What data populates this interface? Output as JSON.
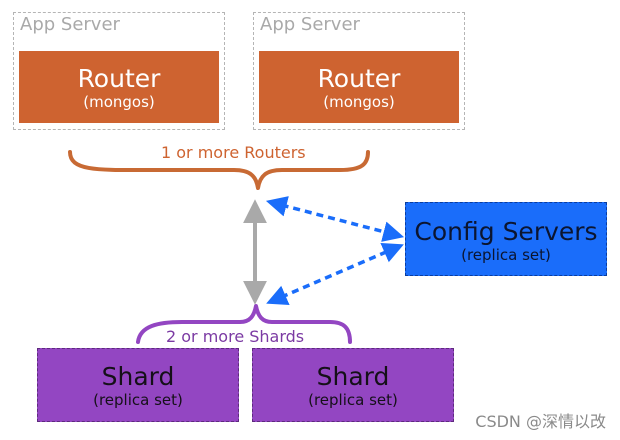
{
  "app_servers": [
    {
      "label": "App Server",
      "router": {
        "title": "Router",
        "subtitle": "(mongos)"
      }
    },
    {
      "label": "App Server",
      "router": {
        "title": "Router",
        "subtitle": "(mongos)"
      }
    }
  ],
  "routers_brace_label": "1 or more Routers",
  "config_servers": {
    "title": "Config Servers",
    "subtitle": "(replica set)"
  },
  "shards_brace_label": "2 or more Shards",
  "shards": [
    {
      "title": "Shard",
      "subtitle": "(replica set)"
    },
    {
      "title": "Shard",
      "subtitle": "(replica set)"
    }
  ],
  "watermark": "CSDN @深情以改",
  "colors": {
    "router": "#ce6330",
    "config": "#1a6dfa",
    "shard": "#9346c2",
    "dashed_arrow": "#1a6dfa",
    "solid_arrow": "#a9a9a9",
    "brace_routers": "#c86a34",
    "brace_shards": "#9346c2"
  }
}
